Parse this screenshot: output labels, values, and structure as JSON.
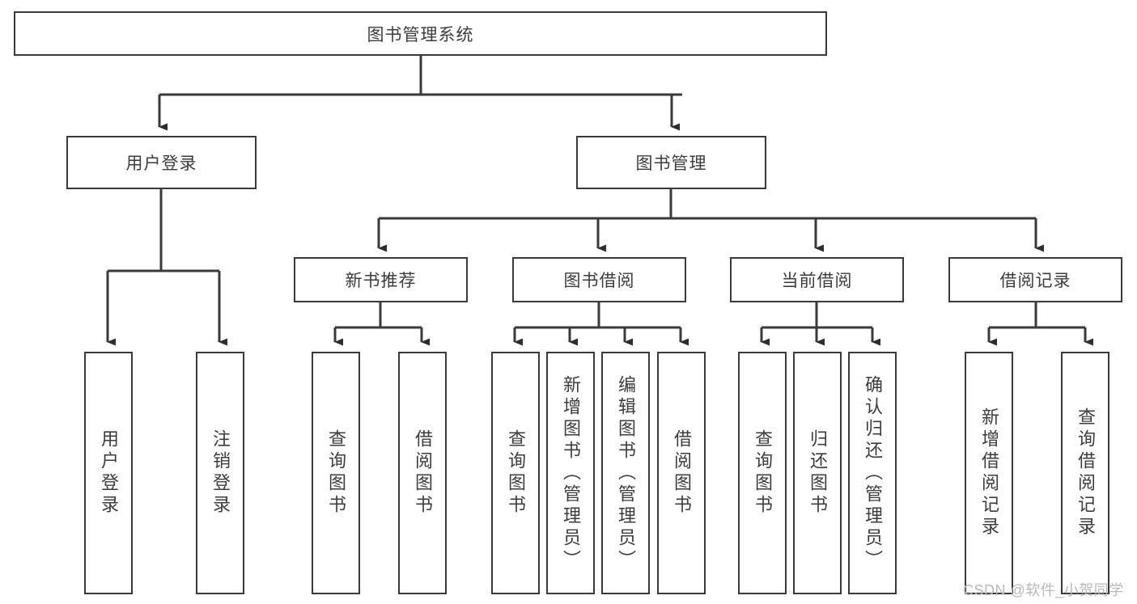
{
  "diagram": {
    "title": "图书管理系统",
    "type": "tree-hierarchy",
    "root": {
      "label": "图书管理系统"
    },
    "level2": [
      {
        "label": "用户登录"
      },
      {
        "label": "图书管理"
      }
    ],
    "level3": [
      {
        "label": "新书推荐"
      },
      {
        "label": "图书借阅"
      },
      {
        "label": "当前借阅"
      },
      {
        "label": "借阅记录"
      }
    ],
    "leaves": {
      "user_login": [
        {
          "label": "用户登录"
        },
        {
          "label": "注销登录"
        }
      ],
      "new_book_recommend": [
        {
          "label": "查询图书"
        },
        {
          "label": "借阅图书"
        }
      ],
      "book_borrow": [
        {
          "label": "查询图书"
        },
        {
          "label": "新增图书（管理员）"
        },
        {
          "label": "编辑图书（管理员）"
        },
        {
          "label": "借阅图书"
        }
      ],
      "current_borrow": [
        {
          "label": "查询图书"
        },
        {
          "label": "归还图书"
        },
        {
          "label": "确认归还（管理员）"
        }
      ],
      "borrow_record": [
        {
          "label": "新增借阅记录"
        },
        {
          "label": "查询借阅记录"
        }
      ]
    }
  },
  "watermark": {
    "text": "CSDN @软件_小贺同学"
  },
  "colors": {
    "stroke": "#3a3a3a",
    "text": "#3c3c3c",
    "background": "#ffffff",
    "watermark": "#b9b9b9"
  }
}
